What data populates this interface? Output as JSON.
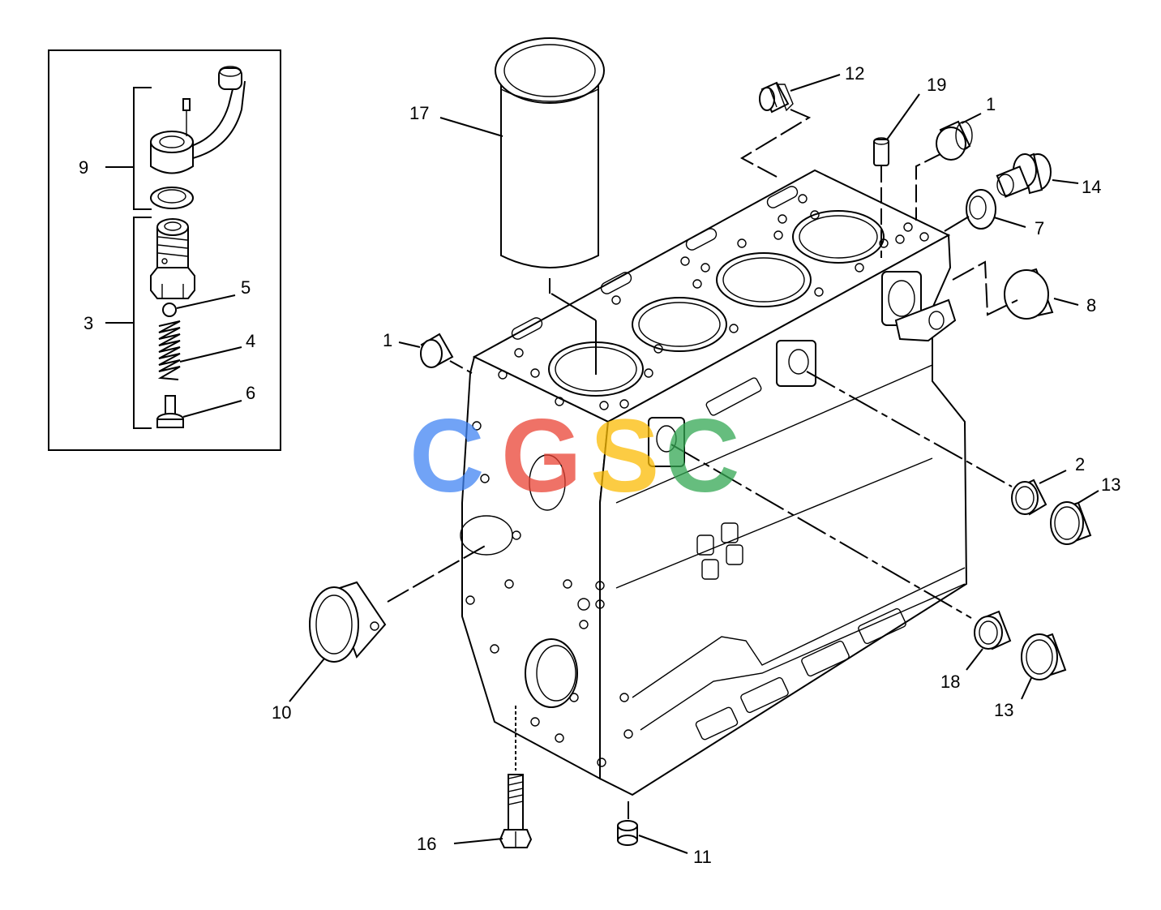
{
  "diagram": {
    "labels": {
      "l1_top": "1",
      "l1_left": "1",
      "l2": "2",
      "l3": "3",
      "l4": "4",
      "l5": "5",
      "l6": "6",
      "l7": "7",
      "l8": "8",
      "l9": "9",
      "l10": "10",
      "l11": "11",
      "l12": "12",
      "l13_upper": "13",
      "l13_lower": "13",
      "l14": "14",
      "l16": "16",
      "l17": "17",
      "l18": "18",
      "l19": "19"
    }
  },
  "watermark": {
    "letters": [
      "C",
      "G",
      "S",
      "C"
    ],
    "colors": [
      "#4285F4",
      "#EA4335",
      "#FBBC05",
      "#34A853"
    ]
  }
}
